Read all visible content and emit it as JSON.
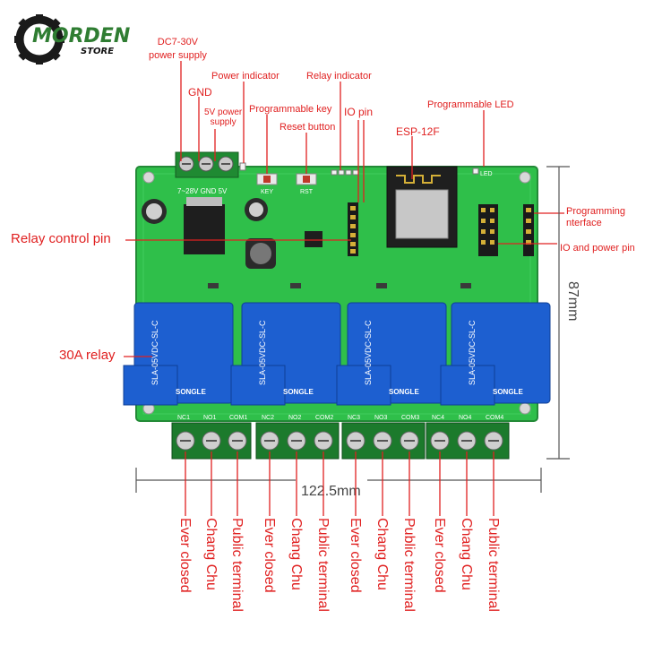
{
  "logo": {
    "main": "MORDEN",
    "sub": "STORE"
  },
  "labels": {
    "power_supply": "DC7-30V\npower supply",
    "power_supply_line1": "DC7-30V",
    "power_supply_line2": "power supply",
    "gnd": "GND",
    "five_v_line1": "5V power",
    "five_v_line2": "supply",
    "power_indicator": "Power indicator",
    "relay_indicator": "Relay indicator",
    "programmable_key": "Programmable key",
    "reset_button": "Reset button",
    "io_pin": "IO pin",
    "programmable_led": "Programmable LED",
    "esp": "ESP-12F",
    "relay_control_pin": "Relay control pin",
    "programming_interface_line1": "Programming",
    "programming_interface_line2": "nterface",
    "io_and_power_pin": "IO and power pin",
    "relay_30a": "30A relay"
  },
  "dimensions": {
    "height": "87mm",
    "width": "122.5mm"
  },
  "board_silkscreen": {
    "power_terminal": "7~28V GND 5V",
    "key": "KEY",
    "rst": "RST",
    "led": "LED",
    "relay_brand": "SONGLE",
    "relay_model": "SLA-05VDC-SL-C",
    "terminals": [
      "NC1",
      "NO1",
      "COM1",
      "NC2",
      "NO2",
      "COM2",
      "NC3",
      "NO3",
      "COM3",
      "NC4",
      "NO4",
      "COM4"
    ]
  },
  "terminal_labels": [
    "Ever closed",
    "Chang Chu",
    "Public terminal",
    "Ever closed",
    "Chang Chu",
    "Public terminal",
    "Ever closed",
    "Chang Chu",
    "Public terminal",
    "Ever closed",
    "Chang Chu",
    "Public terminal"
  ],
  "colors": {
    "pcb": "#2fbf4a",
    "relay": "#1d5fd0",
    "label": "#e02020",
    "terminal": "#1c7a2c"
  }
}
